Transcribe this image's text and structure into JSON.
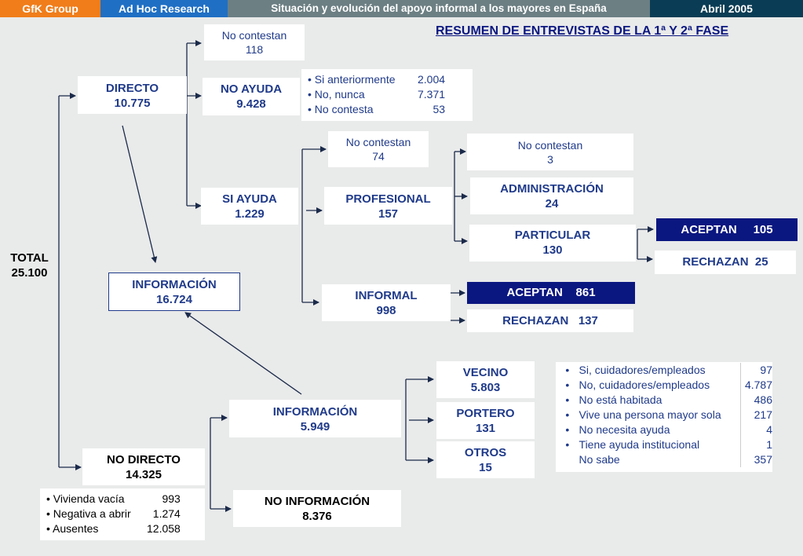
{
  "header": {
    "company": "GfK Group",
    "dept": "Ad Hoc Research",
    "study": "Situación y evolución del apoyo informal a los mayores en España",
    "date": "Abril 2005"
  },
  "title": "RESUMEN DE ENTREVISTAS  DE LA 1ª Y 2ª FASE",
  "total": {
    "label": "TOTAL",
    "value": "25.100"
  },
  "directo": {
    "label": "DIRECTO",
    "value": "10.775"
  },
  "no_contestan_1": {
    "label": "No contestan",
    "value": "118"
  },
  "no_ayuda": {
    "label": "NO AYUDA",
    "value": "9.428"
  },
  "no_ayuda_list": [
    {
      "label": "• Si anteriormente",
      "value": "2.004"
    },
    {
      "label": "• No, nunca",
      "value": "7.371"
    },
    {
      "label": "• No contesta",
      "value": "53"
    }
  ],
  "si_ayuda": {
    "label": "SI AYUDA",
    "value": "1.229"
  },
  "no_contestan_2": {
    "label": "No contestan",
    "value": "74"
  },
  "profesional": {
    "label": "PROFESIONAL",
    "value": "157"
  },
  "no_contestan_3": {
    "label": "No contestan",
    "value": "3"
  },
  "administracion": {
    "label": "ADMINISTRACIÓN",
    "value": "24"
  },
  "particular": {
    "label": "PARTICULAR",
    "value": "130"
  },
  "aceptan_particular": {
    "label": "ACEPTAN",
    "value": "105"
  },
  "rechazan_particular": {
    "label": "RECHAZAN",
    "value": "25"
  },
  "informal": {
    "label": "INFORMAL",
    "value": "998"
  },
  "aceptan_informal": {
    "label": "ACEPTAN",
    "value": "861"
  },
  "rechazan_informal": {
    "label": "RECHAZAN",
    "value": "137"
  },
  "informacion_main": {
    "label": "INFORMACIÓN",
    "value": "16.724"
  },
  "informacion_sub": {
    "label": "INFORMACIÓN",
    "value": "5.949"
  },
  "vecino": {
    "label": "VECINO",
    "value": "5.803"
  },
  "portero": {
    "label": "PORTERO",
    "value": "131"
  },
  "otros": {
    "label": "OTROS",
    "value": "15"
  },
  "otros_list": [
    {
      "bullet": "•",
      "label": "Si, cuidadores/empleados",
      "value": "97"
    },
    {
      "bullet": "•",
      "label": "No, cuidadores/empleados",
      "value": "4.787"
    },
    {
      "bullet": "•",
      "label": "No está habitada",
      "value": "486"
    },
    {
      "bullet": "•",
      "label": "Vive una persona mayor sola",
      "value": "217"
    },
    {
      "bullet": "•",
      "label": "No necesita ayuda",
      "value": "4"
    },
    {
      "bullet": "•",
      "label": "Tiene ayuda institucional",
      "value": "1"
    },
    {
      "bullet": "",
      "label": "No sabe",
      "value": "357"
    }
  ],
  "no_directo": {
    "label": "NO DIRECTO",
    "value": "14.325"
  },
  "no_directo_list": [
    {
      "label": "• Vivienda vacía",
      "value": "993"
    },
    {
      "label": "• Negativa a abrir",
      "value": "1.274"
    },
    {
      "label": "• Ausentes",
      "value": "12.058"
    }
  ],
  "no_informacion": {
    "label": "NO INFORMACIÓN",
    "value": "8.376"
  },
  "colors": {
    "header_orange": "#f07d1a",
    "header_blue": "#1f6fc4",
    "header_gray": "#6c7f83",
    "header_dark": "#0a3d55",
    "navy": "#0b1780",
    "text_blue": "#1f3a8a"
  }
}
